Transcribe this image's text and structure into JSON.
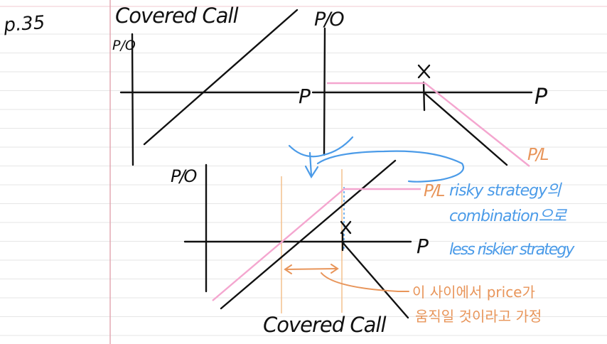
{
  "page": {
    "page_ref": "p.35",
    "title": "Covered Call"
  },
  "top_left_chart": {
    "y_label": "P/O",
    "x_label": "P"
  },
  "top_right_chart": {
    "y_label": "P/O",
    "x_label": "P",
    "strike_mark": "X",
    "line_label": "P/L"
  },
  "bottom_chart": {
    "y_label": "P/O",
    "x_label": "P",
    "strike_mark": "X",
    "line_label": "P/L",
    "caption": "Covered Call"
  },
  "notes": {
    "blue_line_1": "risky strategy의",
    "blue_line_2": "combination으로",
    "blue_line_3": "less riskier strategy",
    "orange_line_1": "이 사이에서 price가",
    "orange_line_2": "움직일 것이라고 가정"
  },
  "colors": {
    "ink": "#111111",
    "margin_line": "#e1a3ae",
    "rule_line": "#e6e6e6",
    "pink": "#f4a6cf",
    "blue": "#4b9be8",
    "orange": "#e8955a",
    "orange_light": "#f4c08d"
  }
}
